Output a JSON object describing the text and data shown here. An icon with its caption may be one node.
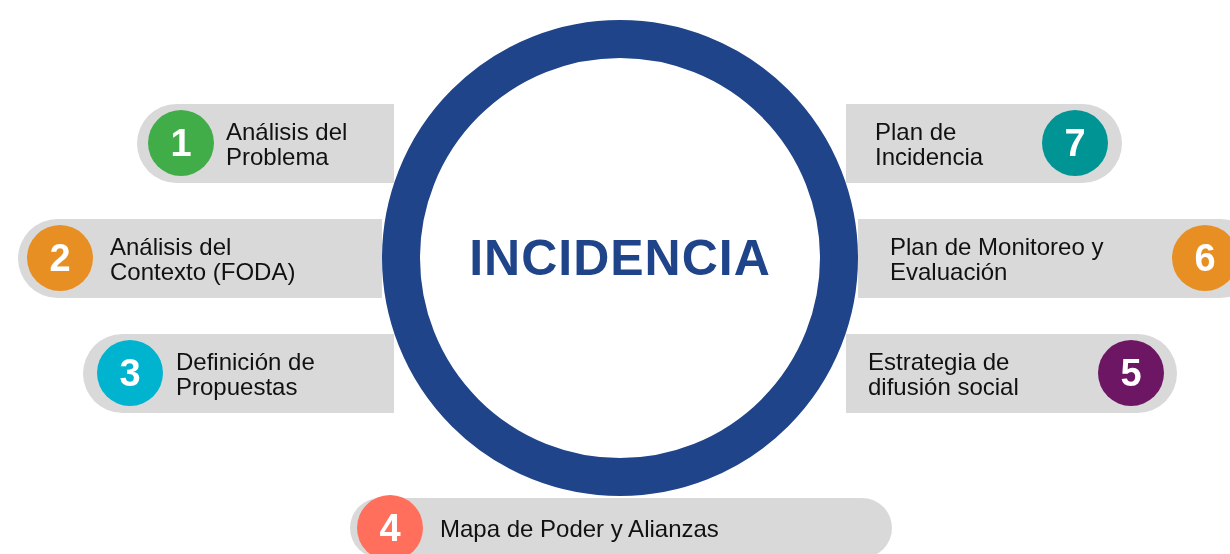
{
  "diagram": {
    "nodes": [
      {
        "text": [
          "INCIDENCIA"
        ]
      },
      {
        "text": [
          "Análisis del Problema"
        ]
      },
      {
        "text": [
          "1"
        ],
        "in": 1
      },
      {
        "text": [
          "Análisis del Contexto (FODA)"
        ]
      },
      {
        "text": [
          "2"
        ],
        "in": 3
      },
      {
        "text": [
          "Definición de Propuestas"
        ]
      },
      {
        "text": [
          "3"
        ],
        "in": 5
      },
      {
        "text": [
          "Mapa de Poder y Alianzas"
        ]
      },
      {
        "text": [
          "4"
        ],
        "in": 7
      },
      {
        "text": [
          "Estrategia de difusión social"
        ]
      },
      {
        "text": [
          "5"
        ],
        "in": 9
      },
      {
        "text": [
          "Plan de Monitoreo y Evaluación"
        ]
      },
      {
        "text": [
          "6"
        ],
        "in": 11
      },
      {
        "text": [
          "Plan de Incidencia"
        ]
      },
      {
        "text": [
          "7"
        ],
        "in": 13
      }
    ]
  }
}
